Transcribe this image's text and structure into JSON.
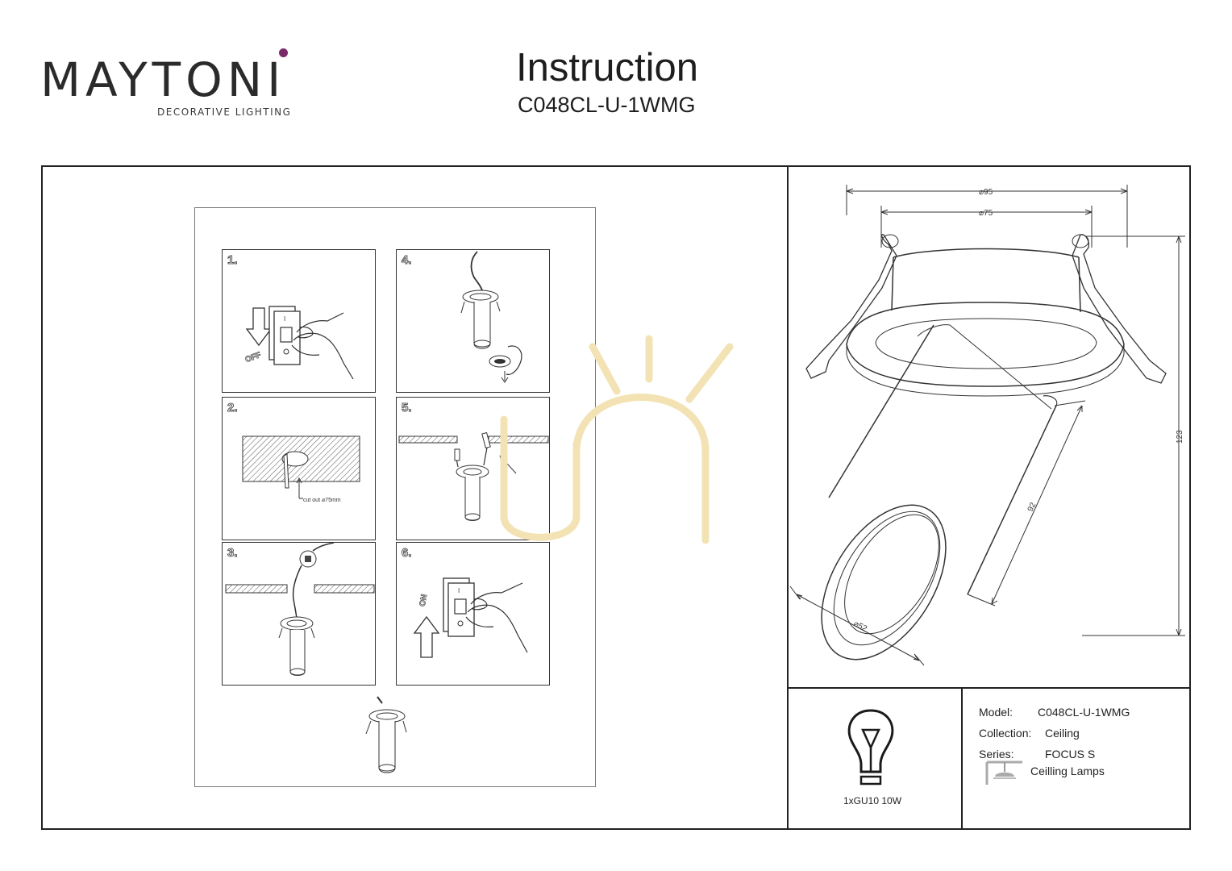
{
  "header": {
    "brand": "MAYTONI",
    "brand_tagline": "DECORATIVE LIGHTING",
    "title": "Instruction",
    "model_code": "C048CL-U-1WMG"
  },
  "steps": [
    {
      "number": "1.",
      "badge": "OFF"
    },
    {
      "number": "2.",
      "note": "cut out ⌀75mm"
    },
    {
      "number": "3."
    },
    {
      "number": "4."
    },
    {
      "number": "5."
    },
    {
      "number": "6.",
      "badge": "ON"
    }
  ],
  "dimensions": {
    "outer_diameter": "⌀95",
    "cutout_diameter": "⌀75",
    "height": "123",
    "tube_length": "92",
    "tube_diameter": "⌀52"
  },
  "lamp": {
    "spec": "1xGU10 10W"
  },
  "info": {
    "model_label": "Model:",
    "model_value": "C048CL-U-1WMG",
    "collection_label": "Collection:",
    "collection_value": "Ceiling",
    "series_label": "Series:",
    "series_value": "FOCUS S",
    "type_value": "Ceilling Lamps"
  },
  "colors": {
    "brand_dot": "#7a2a6b",
    "watermark": "#f3e3b4"
  }
}
